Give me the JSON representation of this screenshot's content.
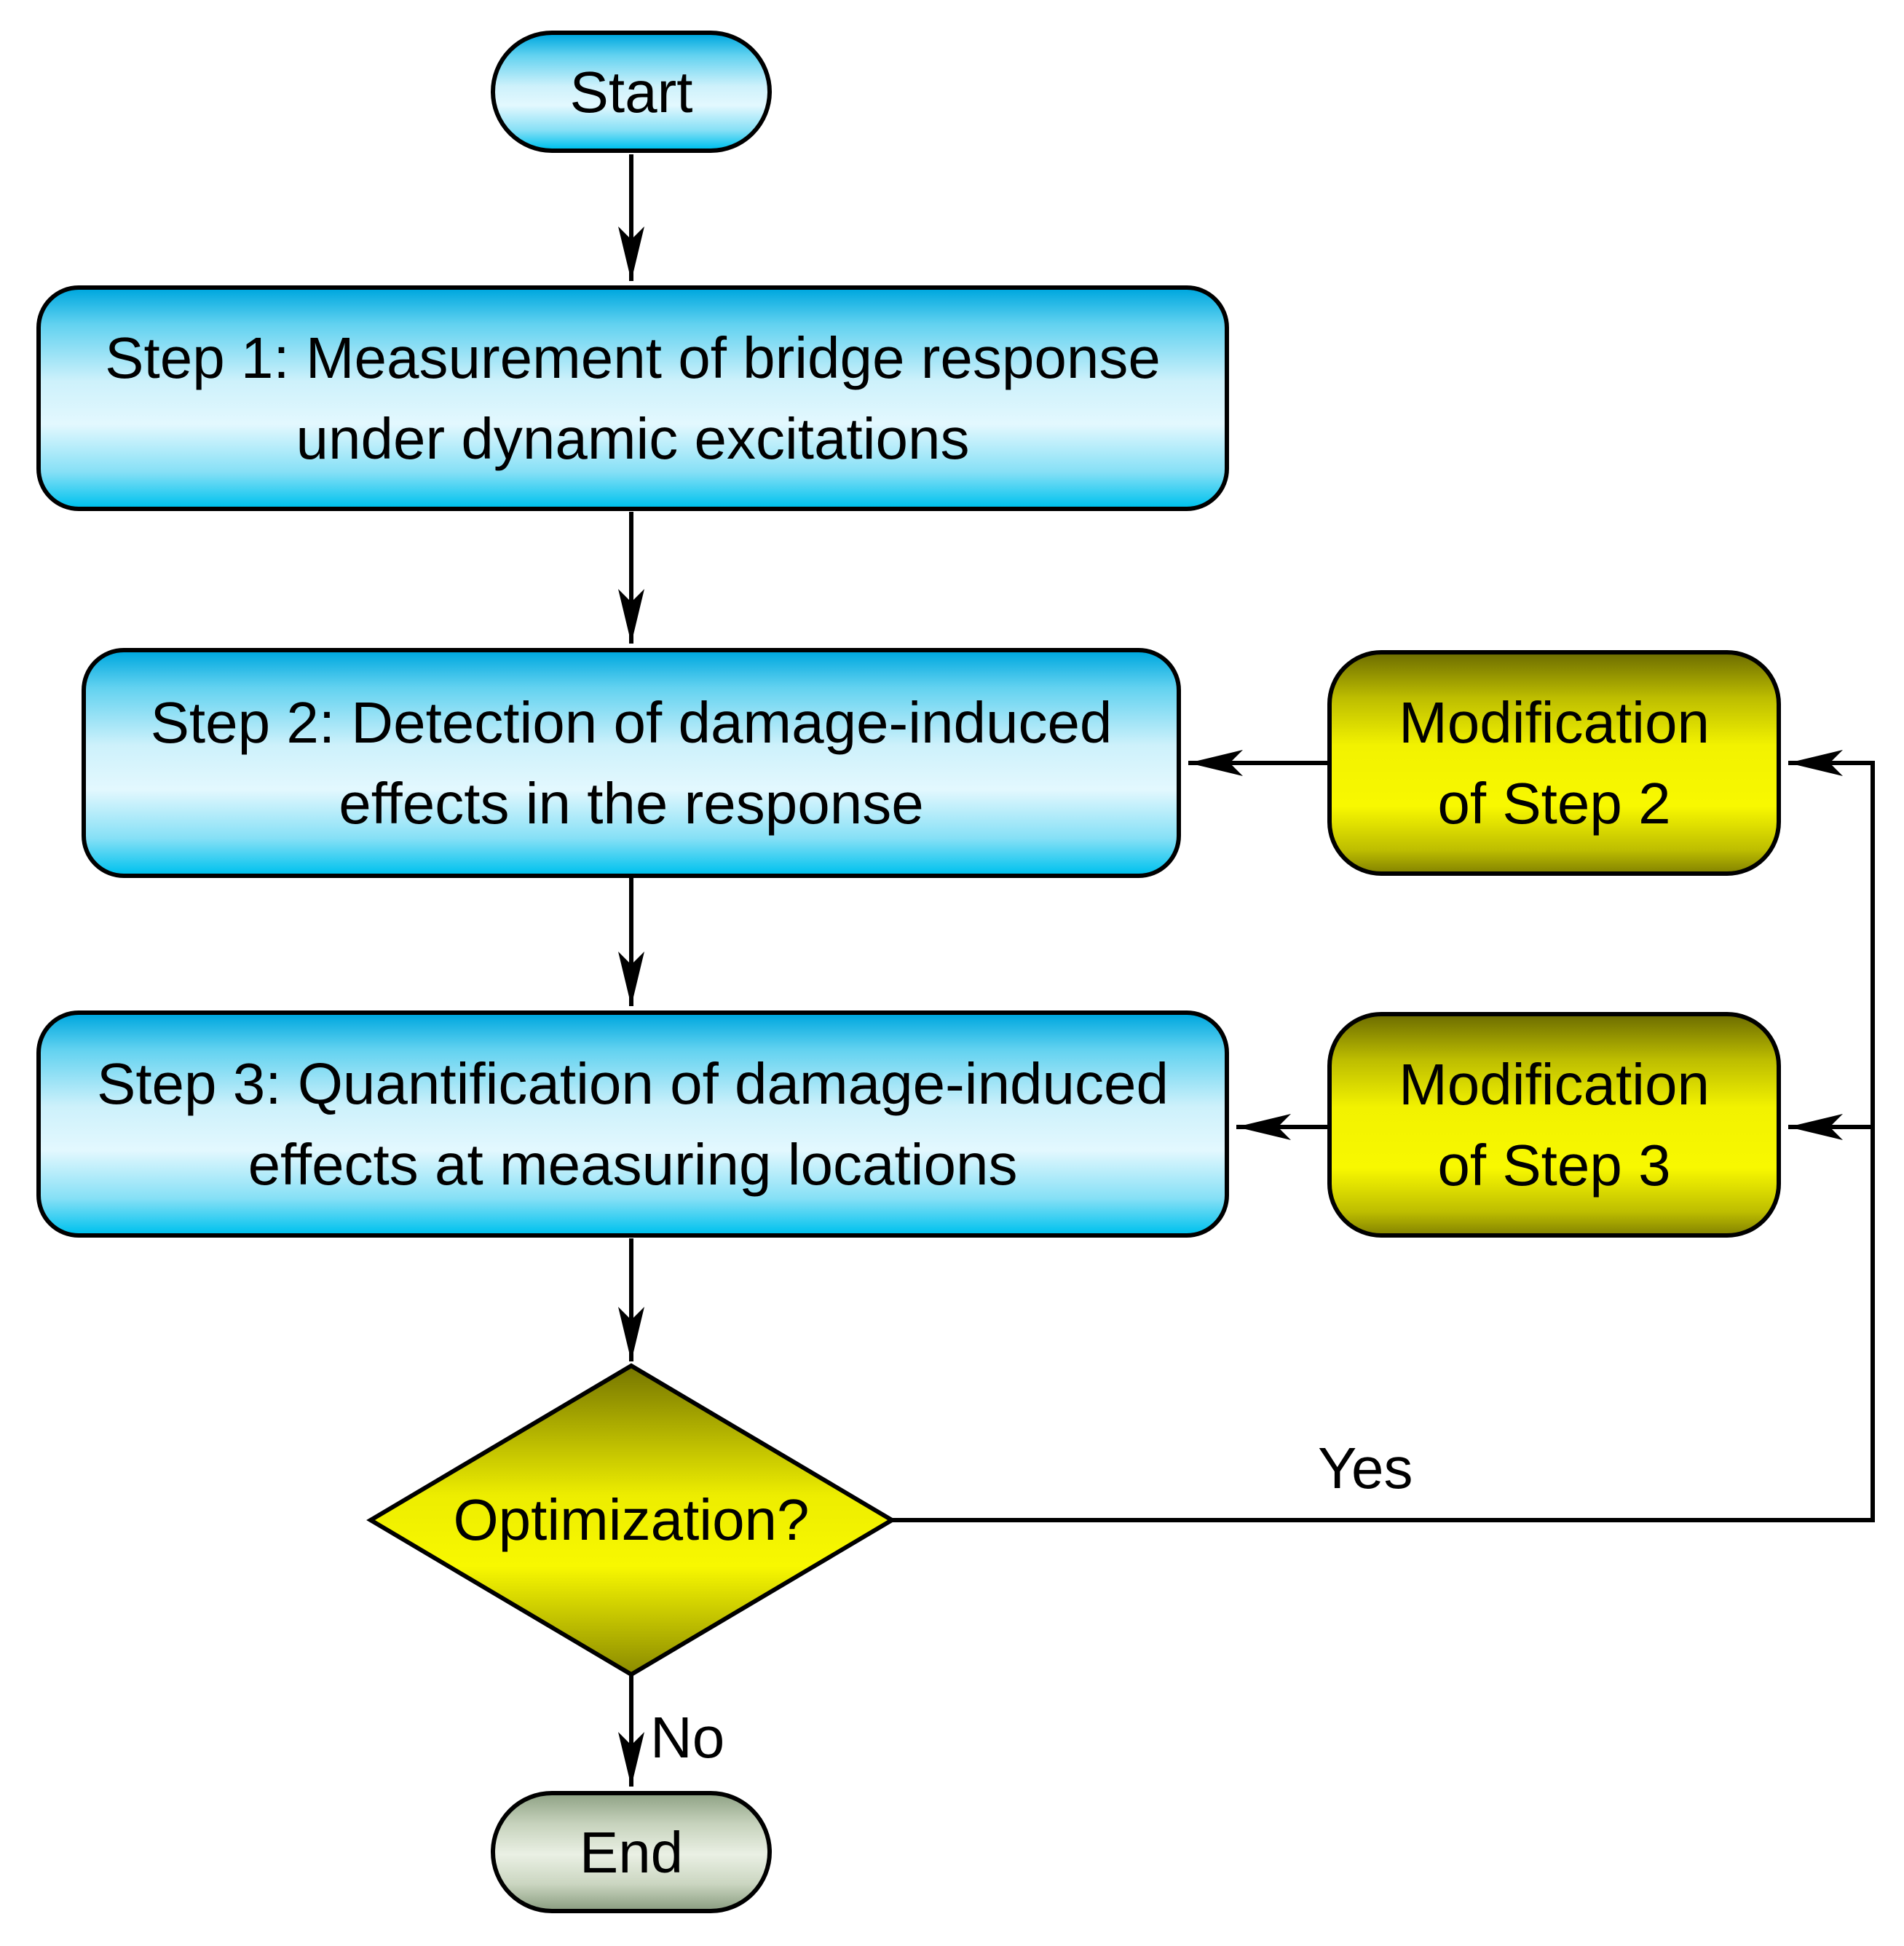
{
  "flowchart": {
    "nodes": {
      "start": {
        "label": "Start"
      },
      "step1": {
        "lines": [
          "Step 1: Measurement of bridge response",
          "under dynamic excitations"
        ]
      },
      "step2": {
        "lines": [
          "Step 2: Detection of damage-induced",
          "effects in the response"
        ]
      },
      "step3": {
        "lines": [
          "Step 3: Quantification of damage-induced",
          "effects at measuring locations"
        ]
      },
      "mod2": {
        "lines": [
          "Modification",
          "of Step 2"
        ]
      },
      "mod3": {
        "lines": [
          "Modification",
          "of Step 3"
        ]
      },
      "decision": {
        "label": "Optimization?"
      },
      "end": {
        "label": "End"
      }
    },
    "edge_labels": {
      "yes": "Yes",
      "no": "No"
    },
    "colors": {
      "process_fill_top": "#00A8DF",
      "process_fill_mid": "#E3F8FE",
      "process_fill_bottom": "#00C2EE",
      "modification_fill_dark": "#6F6F00",
      "modification_fill_bright": "#F8F800",
      "decision_fill_dark": "#757500",
      "decision_fill_bright": "#F8F800",
      "end_fill_dark": "#91A487",
      "end_fill_light": "#EAF0E4",
      "outline": "#000000",
      "text": "#000000"
    }
  }
}
